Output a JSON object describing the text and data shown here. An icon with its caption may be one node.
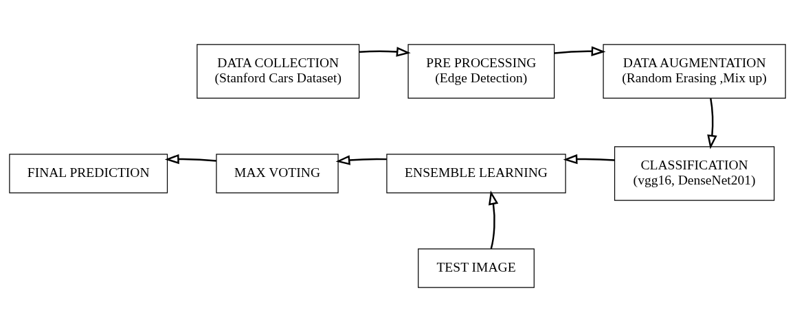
{
  "diagram": {
    "nodes": [
      {
        "text": [
          "DATA COLLECTION",
          "(Stanford Cars Dataset)"
        ]
      },
      {
        "text": [
          "PRE PROCESSING",
          "(Edge Detection)"
        ]
      },
      {
        "text": [
          "DATA AUGMENTATION",
          "(Random Erasing ,Mix up)"
        ]
      },
      {
        "text": [
          "CLASSIFICATION",
          "(vgg16, DenseNet201)"
        ]
      },
      {
        "text": [
          "ENSEMBLE LEARNING"
        ]
      },
      {
        "text": [
          "MAX VOTING"
        ]
      },
      {
        "text": [
          "FINAL PREDICTION"
        ]
      },
      {
        "text": [
          "TEST IMAGE"
        ]
      }
    ],
    "edges": [
      {
        "from": 0,
        "to": 1,
        "arrow": "to"
      },
      {
        "from": 1,
        "to": 2,
        "arrow": "to"
      },
      {
        "from": 2,
        "to": 3,
        "arrow": "to"
      },
      {
        "from": 3,
        "to": 4,
        "arrow": "to"
      },
      {
        "from": 4,
        "to": 5,
        "arrow": "to"
      },
      {
        "from": 5,
        "to": 6,
        "arrow": "to"
      },
      {
        "from": 7,
        "to": 4,
        "arrow": "to"
      }
    ]
  }
}
